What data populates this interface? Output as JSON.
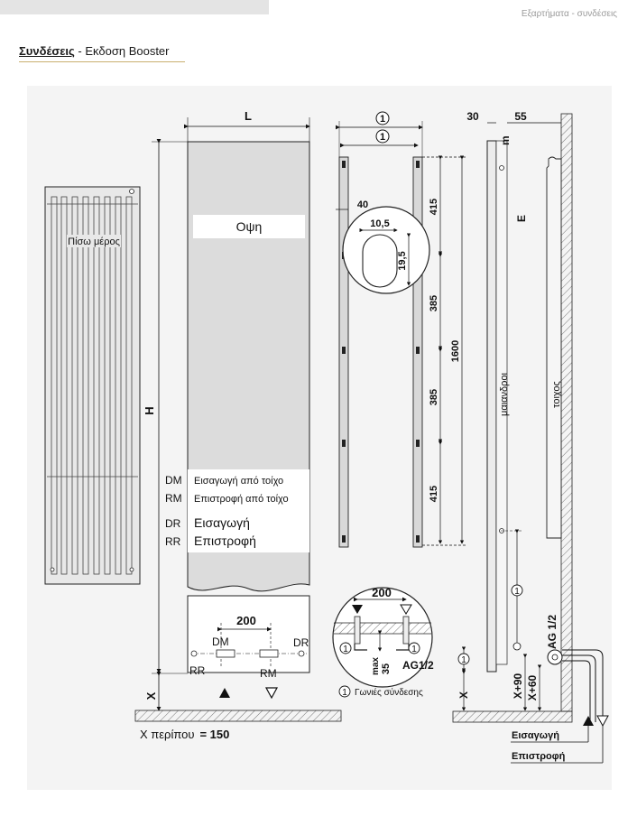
{
  "header": {
    "breadcrumb": "Εξαρτήματα - συνδέσεις",
    "title_bold": "Συνδέσεις",
    "title_rest": " - Εκδοση Booster"
  },
  "front": {
    "back_label": "Πίσω μέρος",
    "view_label": "Οψη",
    "width_label": "L",
    "height_label": "H",
    "x_label": "X",
    "codes": {
      "dm": "DM",
      "rm": "RM",
      "dr": "DR",
      "rr": "RR"
    },
    "legend": {
      "dm": "Εισαγωγή από τοίχο",
      "rm": "Επιστροφή από τοίχο",
      "dr": "Εισαγωγή",
      "rr": "Επιστροφή"
    },
    "dim_200": "200",
    "bottom_dm": "DM",
    "bottom_dr": "DR",
    "bottom_rr": "RR",
    "bottom_rm": "RM",
    "x_approx_prefix": "X περίπου",
    "x_approx_value": "= 150"
  },
  "brackets": {
    "marker": "1",
    "dim_40": "40",
    "dim_10_5": "10,5",
    "dim_19_5": "19,5",
    "dim_415_top": "415",
    "dim_385_a": "385",
    "dim_385_b": "385",
    "dim_415_bottom": "415",
    "dim_1600": "1600"
  },
  "detail": {
    "dim_200": "200",
    "max_label": "max",
    "max_value": "35",
    "thread": "AG1/2",
    "marker": "1",
    "caption": "Γωνιές σύνδεσης"
  },
  "side": {
    "dim_30": "30",
    "dim_55": "55",
    "m_label": "m",
    "e_label": "E",
    "radiator_label": "μαιανδροι",
    "wall_label": "τοιχος",
    "x_label": "X",
    "x90_label": "X+90",
    "x60_label": "X+60",
    "thread": "AG 1/2",
    "marker": "1",
    "flow_label": "Εισαγωγή",
    "return_label": "Επιστροφή"
  }
}
